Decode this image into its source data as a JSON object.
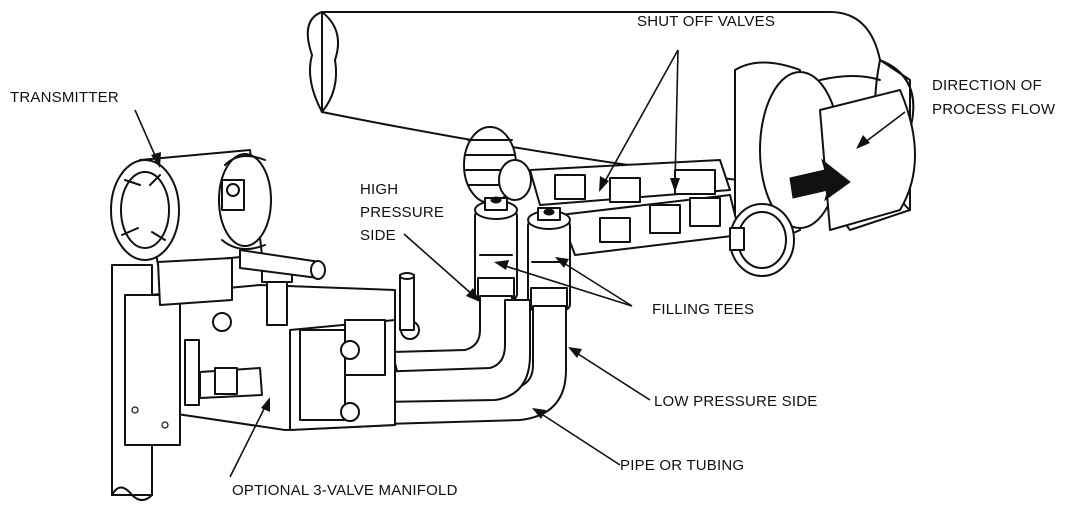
{
  "labels": {
    "shut_off_valves": "SHUT OFF VALVES",
    "transmitter": "TRANSMITTER",
    "direction_line1": "DIRECTION OF",
    "direction_line2": "PROCESS FLOW",
    "high_line1": "HIGH",
    "high_line2": "PRESSURE",
    "high_line3": "SIDE",
    "filling_tees": "FILLING TEES",
    "low_pressure_side": "LOW PRESSURE SIDE",
    "pipe_or_tubing": "PIPE OR TUBING",
    "manifold": "OPTIONAL 3-VALVE MANIFOLD"
  },
  "icons": {
    "flow_arrow": "flow-direction-arrow-icon"
  },
  "colors": {
    "line": "#111111",
    "background": "#ffffff"
  }
}
